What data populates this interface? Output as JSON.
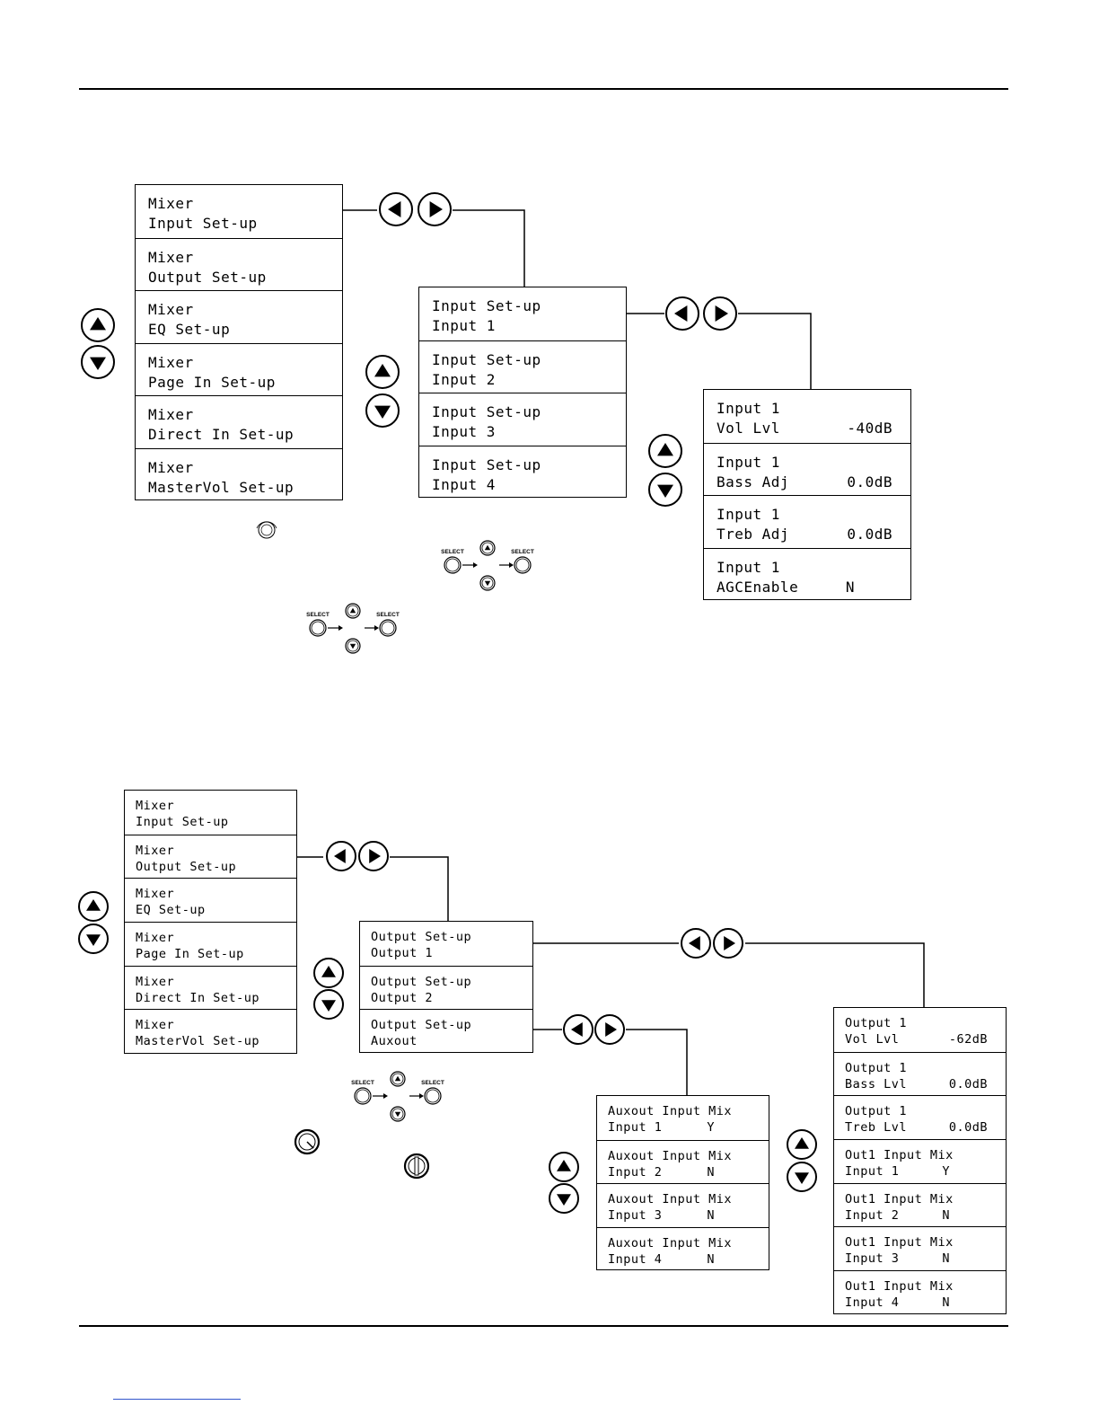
{
  "diagram1": {
    "mixer_menu": [
      [
        "Mixer",
        "Input Set-up",
        ""
      ],
      [
        "Mixer",
        "Output Set-up",
        ""
      ],
      [
        "Mixer",
        "EQ Set-up",
        ""
      ],
      [
        "Mixer",
        "Page In Set-up",
        ""
      ],
      [
        "Mixer",
        "Direct In Set-up",
        ""
      ],
      [
        "Mixer",
        "MasterVol Set-up",
        ""
      ]
    ],
    "input_setup_menu": [
      [
        "Input Set-up",
        "Input 1",
        ""
      ],
      [
        "Input Set-up",
        "Input 2",
        ""
      ],
      [
        "Input Set-up",
        "Input 3",
        ""
      ],
      [
        "Input Set-up",
        "Input 4",
        ""
      ]
    ],
    "input1_menu": [
      [
        "Input 1",
        "Vol Lvl",
        "-40dB"
      ],
      [
        "Input 1",
        "Bass Adj",
        "0.0dB"
      ],
      [
        "Input 1",
        "Treb Adj",
        "0.0dB"
      ],
      [
        "Input 1",
        "AGCEnable",
        "N"
      ]
    ]
  },
  "diagram2": {
    "mixer_menu": [
      [
        "Mixer",
        "Input Set-up",
        ""
      ],
      [
        "Mixer",
        "Output Set-up",
        ""
      ],
      [
        "Mixer",
        "EQ Set-up",
        ""
      ],
      [
        "Mixer",
        "Page In Set-up",
        ""
      ],
      [
        "Mixer",
        "Direct In Set-up",
        ""
      ],
      [
        "Mixer",
        "MasterVol Set-up",
        ""
      ]
    ],
    "output_setup_menu": [
      [
        "Output Set-up",
        "Output 1",
        ""
      ],
      [
        "Output Set-up",
        "Output 2",
        ""
      ],
      [
        "Output Set-up",
        "Auxout",
        ""
      ]
    ],
    "auxout_mix_menu": [
      [
        "Auxout Input Mix",
        "Input 1",
        "Y"
      ],
      [
        "Auxout Input Mix",
        "Input 2",
        "N"
      ],
      [
        "Auxout Input Mix",
        "Input 3",
        "N"
      ],
      [
        "Auxout Input Mix",
        "Input 4",
        "N"
      ]
    ],
    "output1_menu": [
      [
        "Output 1",
        "Vol Lvl",
        "-62dB"
      ],
      [
        "Output 1",
        "Bass Lvl",
        "0.0dB"
      ],
      [
        "Output 1",
        "Treb Lvl",
        "0.0dB"
      ],
      [
        "Out1 Input Mix",
        "Input 1",
        "Y"
      ],
      [
        "Out1 Input Mix",
        "Input 2",
        "N"
      ],
      [
        "Out1 Input Mix",
        "Input 3",
        "N"
      ],
      [
        "Out1 Input Mix",
        "Input 4",
        "N"
      ]
    ]
  },
  "labels": {
    "select": "SELECT"
  },
  "icons": [
    "up-arrow-icon",
    "down-arrow-icon",
    "left-arrow-icon",
    "right-arrow-icon",
    "rotary-knob-icon",
    "volume-knob-icon",
    "select-button-icon"
  ]
}
